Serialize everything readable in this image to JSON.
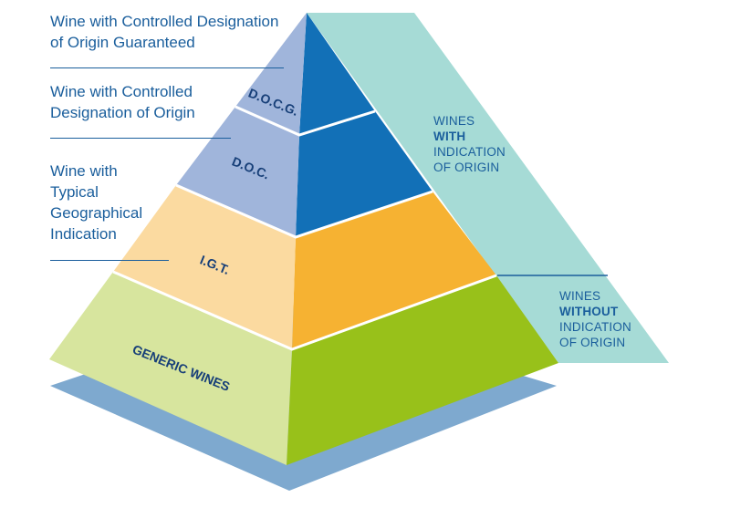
{
  "labels": {
    "docg_desc": [
      "Wine with Controlled Designation",
      "of Origin Guaranteed"
    ],
    "doc_desc": [
      "Wine with Controlled",
      "Designation of Origin"
    ],
    "igt_desc": [
      "Wine with",
      "Typical",
      "Geographical",
      "Indication"
    ]
  },
  "tiers": {
    "docg": "D.O.C.G.",
    "doc": "D.O.C.",
    "igt": "I.G.T.",
    "generic": "GENERIC WINES"
  },
  "band": {
    "with_origin": [
      "WINES",
      "WITH",
      "INDICATION",
      "OF ORIGIN"
    ],
    "without_origin": [
      "WINES",
      "WITHOUT",
      "INDICATION",
      "OF ORIGIN"
    ]
  },
  "colors": {
    "text": "#1a5e9c",
    "tier_text": "#173f78",
    "band": "#a6dbd6",
    "base": "#7ea9cf",
    "left_blue": "#a0b5db",
    "right_blue": "#1270b7",
    "left_orange": "#fbdaa0",
    "right_orange": "#f6b232",
    "left_green": "#d7e59e",
    "right_green": "#98c11a"
  }
}
